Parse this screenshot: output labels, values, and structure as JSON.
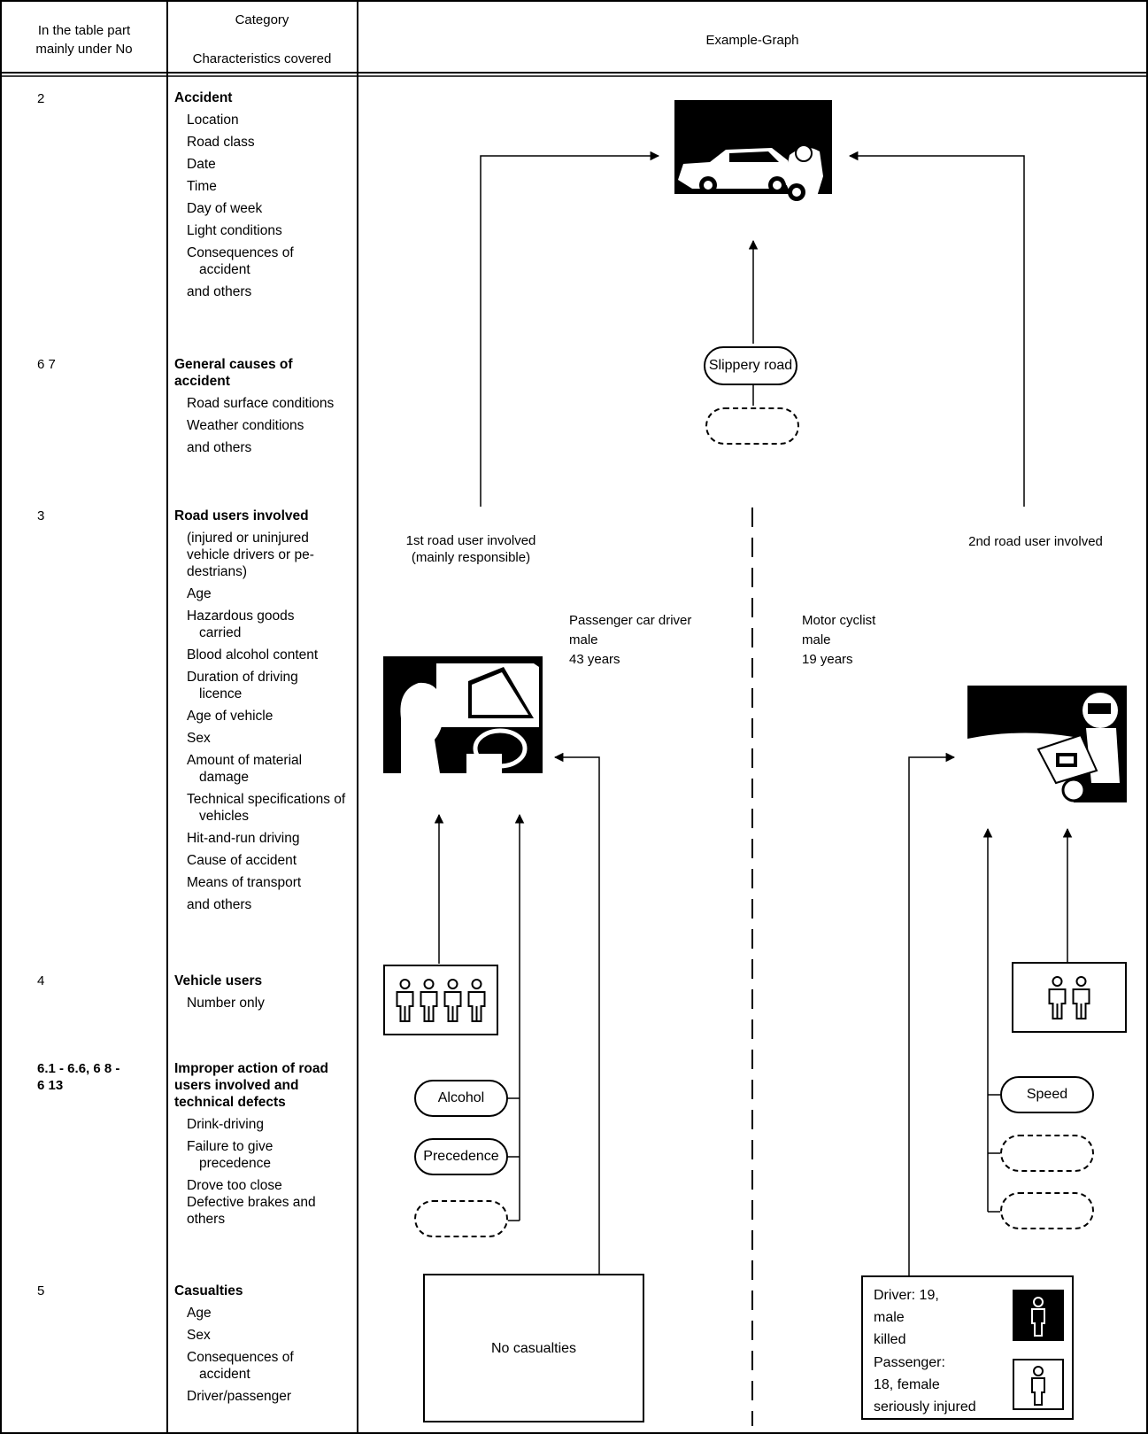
{
  "header": {
    "col1": "In the table part mainly under No",
    "col2_top": "Category",
    "col2_bottom": "Characteristics covered",
    "col3": "Example-Graph"
  },
  "rows": [
    {
      "number": "2",
      "title": "Accident",
      "items": [
        "Location",
        "Road class",
        "Date",
        "Time",
        "Day of week",
        "Light conditions",
        "Consequences of accident",
        "and others"
      ]
    },
    {
      "number": "6 7",
      "title": "General causes of accident",
      "items": [
        "Road surface conditions",
        "Weather conditions",
        "and others"
      ]
    },
    {
      "number": "3",
      "title": "Road users involved",
      "items": [
        "(injured or uninjured vehicle drivers or pe-destrians)",
        "Age",
        "Hazardous goods carried",
        "Blood alcohol content",
        "Duration of driving licence",
        "Age of vehicle",
        "Sex",
        "Amount of material damage",
        "Technical specifications of vehicles",
        "Hit-and-run driving",
        "Cause of accident",
        "Means of transport",
        "and others"
      ]
    },
    {
      "number": "4",
      "title": "Vehicle users",
      "items": [
        "Number only"
      ]
    },
    {
      "number": "6.1 - 6.6, 6 8 - 6 13",
      "title": "Improper action of road users involved and technical defects",
      "items": [
        "Drink-driving",
        "Failure to give precedence",
        "Drove too close",
        "Defective brakes and others"
      ]
    },
    {
      "number": "5",
      "title": "Casualties",
      "items": [
        "Age",
        "Sex",
        "Consequences of accident",
        "Driver/passenger"
      ]
    }
  ],
  "graph": {
    "general_cause_pill": "Slippery road",
    "road_user_1": "1st road user involved (mainly responsible)",
    "road_user_2": "2nd road user involved",
    "user1_desc": [
      "Passenger car driver",
      "male",
      "43 years"
    ],
    "user2_desc": [
      "Motor cyclist",
      "male",
      "19 years"
    ],
    "user1_causes": [
      "Alcohol",
      "Precedence"
    ],
    "user2_causes": [
      "Speed"
    ],
    "user1_occupants": 4,
    "user2_occupants": 2,
    "casualty1": "No casualties",
    "casualty2_driver": [
      "Driver: 19,",
      "male",
      "killed"
    ],
    "casualty2_passenger": [
      "Passenger:",
      "18, female",
      "seriously injured"
    ]
  }
}
